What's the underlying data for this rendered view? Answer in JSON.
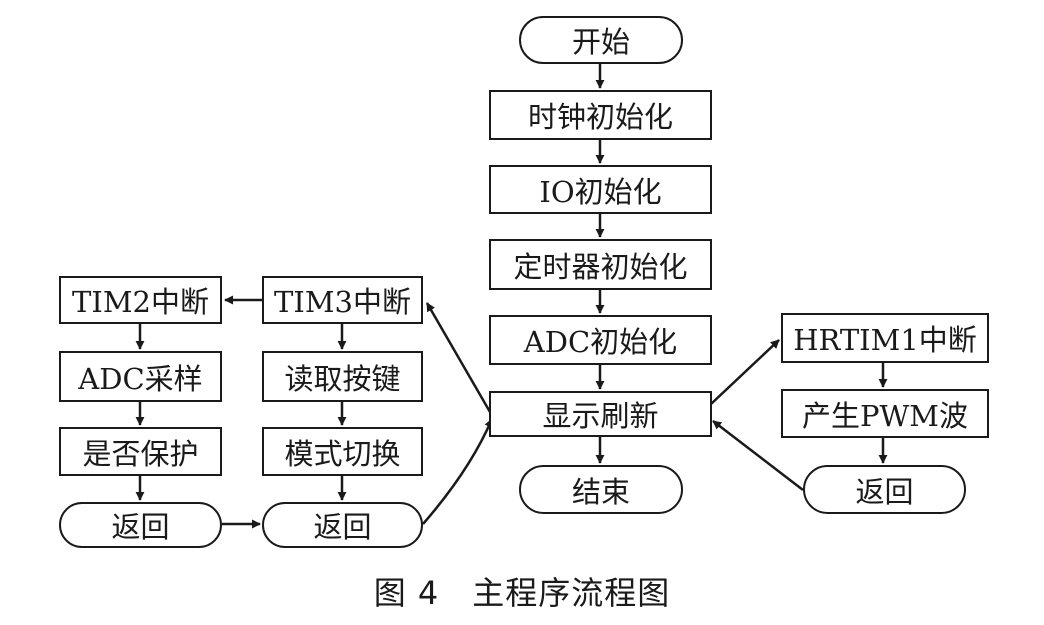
{
  "figure": {
    "caption": "图 4　主程序流程图"
  },
  "main_flow": {
    "start": "开始",
    "clock_init": "时钟初始化",
    "io_init": "IO初始化",
    "timer_init": "定时器初始化",
    "adc_init": "ADC初始化",
    "display_refresh": "显示刷新",
    "end": "结束"
  },
  "tim3_branch": {
    "interrupt": "TIM3中断",
    "read_keys": "读取按键",
    "mode_switch": "模式切换",
    "return": "返回"
  },
  "tim2_branch": {
    "interrupt": "TIM2中断",
    "adc_sampling": "ADC采样",
    "protect_check": "是否保护",
    "return": "返回"
  },
  "hrtim1_branch": {
    "interrupt": "HRTIM1中断",
    "generate_pwm": "产生PWM波",
    "return": "返回"
  }
}
